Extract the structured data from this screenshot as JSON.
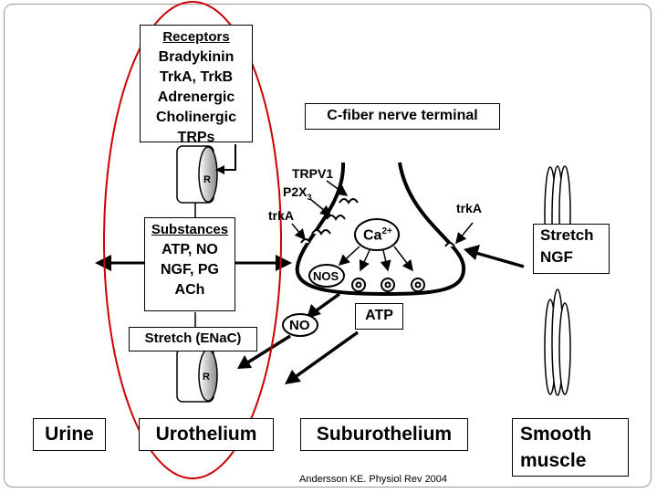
{
  "receptors": {
    "header": "Receptors",
    "items": [
      "Bradykinin",
      "TrkA, TrkB",
      "Adrenergic",
      "Cholinergic",
      "TRPs"
    ]
  },
  "substances": {
    "header": "Substances",
    "items": [
      "ATP,  NO",
      "NGF, PG",
      "ACh"
    ]
  },
  "stretch_enac": "Stretch (ENaC)",
  "receptor_mark": "R",
  "c_fiber": "C-fiber nerve terminal",
  "trpv1": "TRPV1",
  "p2x3": {
    "base": "P2X",
    "sub": "3"
  },
  "trka_left": "trkA",
  "trka_right": "trkA",
  "ca": {
    "base": "Ca",
    "sup": "2+"
  },
  "nos": "NOS",
  "no": "NO",
  "atp": "ATP",
  "stretch_ngf": [
    "Stretch",
    "NGF"
  ],
  "regions": {
    "urine": "Urine",
    "urothelium": "Urothelium",
    "suburothelium": "Suburothelium",
    "smooth_muscle": [
      "Smooth",
      "muscle"
    ]
  },
  "citation": "Andersson KE. Physiol Rev 2004",
  "colors": {
    "highlight": "#cc0000",
    "line": "#000000"
  }
}
